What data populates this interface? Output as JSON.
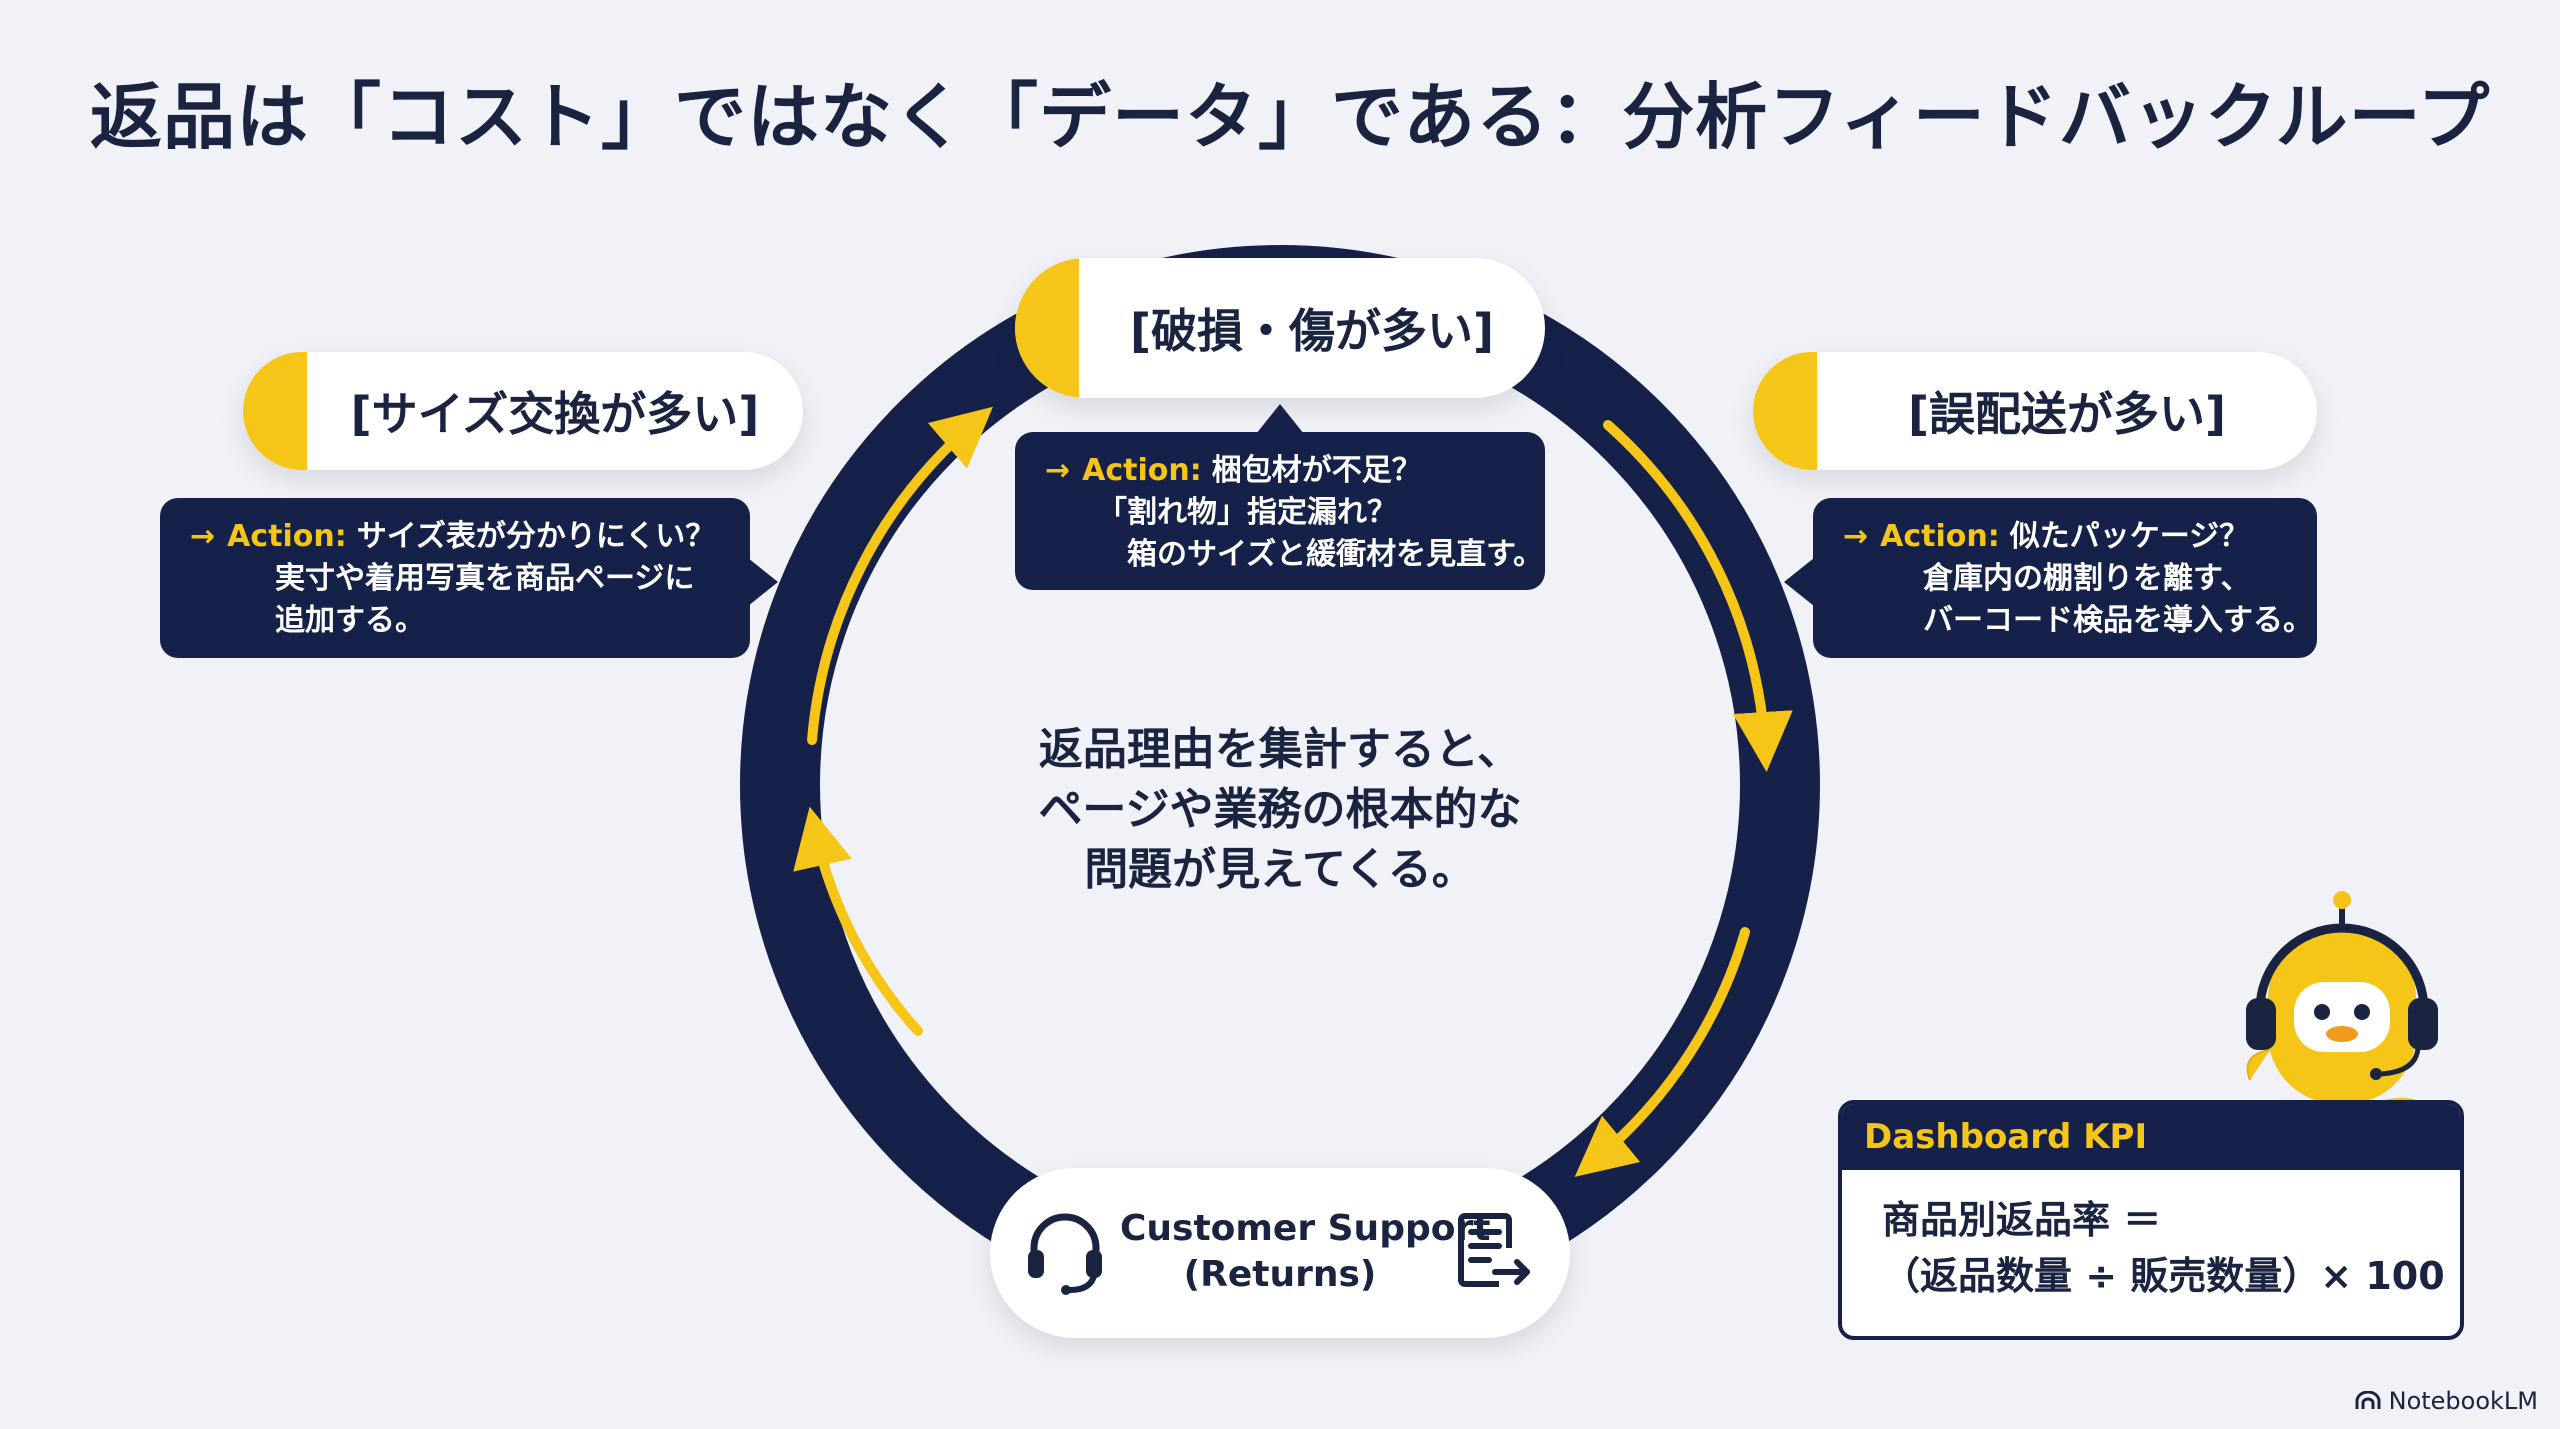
{
  "title": "返品は「コスト」ではなく「データ」である：分析フィードバックループ",
  "nodes": {
    "left": {
      "label": "[サイズ交換が多い]"
    },
    "top": {
      "label": "[破損・傷が多い]"
    },
    "right": {
      "label": "[誤配送が多い]"
    }
  },
  "callouts": {
    "left": {
      "arrow": "→",
      "action_label": "Action:",
      "line1": "サイズ表が分かりにくい？",
      "line2": "実寸や着用写真を商品ページに",
      "line3": "追加する。"
    },
    "top": {
      "arrow": "→",
      "action_label": "Action:",
      "line1": "梱包材が不足？",
      "line2": "「割れ物」指定漏れ？",
      "line3": "箱のサイズと緩衝材を見直す。"
    },
    "right": {
      "arrow": "→",
      "action_label": "Action:",
      "line1": "似たパッケージ？",
      "line2": "倉庫内の棚割りを離す、",
      "line3": "バーコード検品を導入する。"
    }
  },
  "center": {
    "line1": "返品理由を集計すると、",
    "line2": "ページや業務の根本的な",
    "line3": "問題が見えてくる。"
  },
  "support": {
    "line1": "Customer Support",
    "line2": "(Returns)"
  },
  "kpi": {
    "header": "Dashboard KPI",
    "line1": "商品別返品率 ＝",
    "line2": "（返品数量 ÷ 販売数量）× 100"
  },
  "brand": {
    "name": "NotebookLM"
  },
  "icons": [
    "arrow-right-icon",
    "headset-icon",
    "document-export-icon",
    "robot-mascot-icon",
    "notebooklm-logo-icon"
  ],
  "colors": {
    "navy": "#16214a",
    "yellow": "#f5c518",
    "background": "#f1f2f7",
    "white": "#ffffff"
  }
}
